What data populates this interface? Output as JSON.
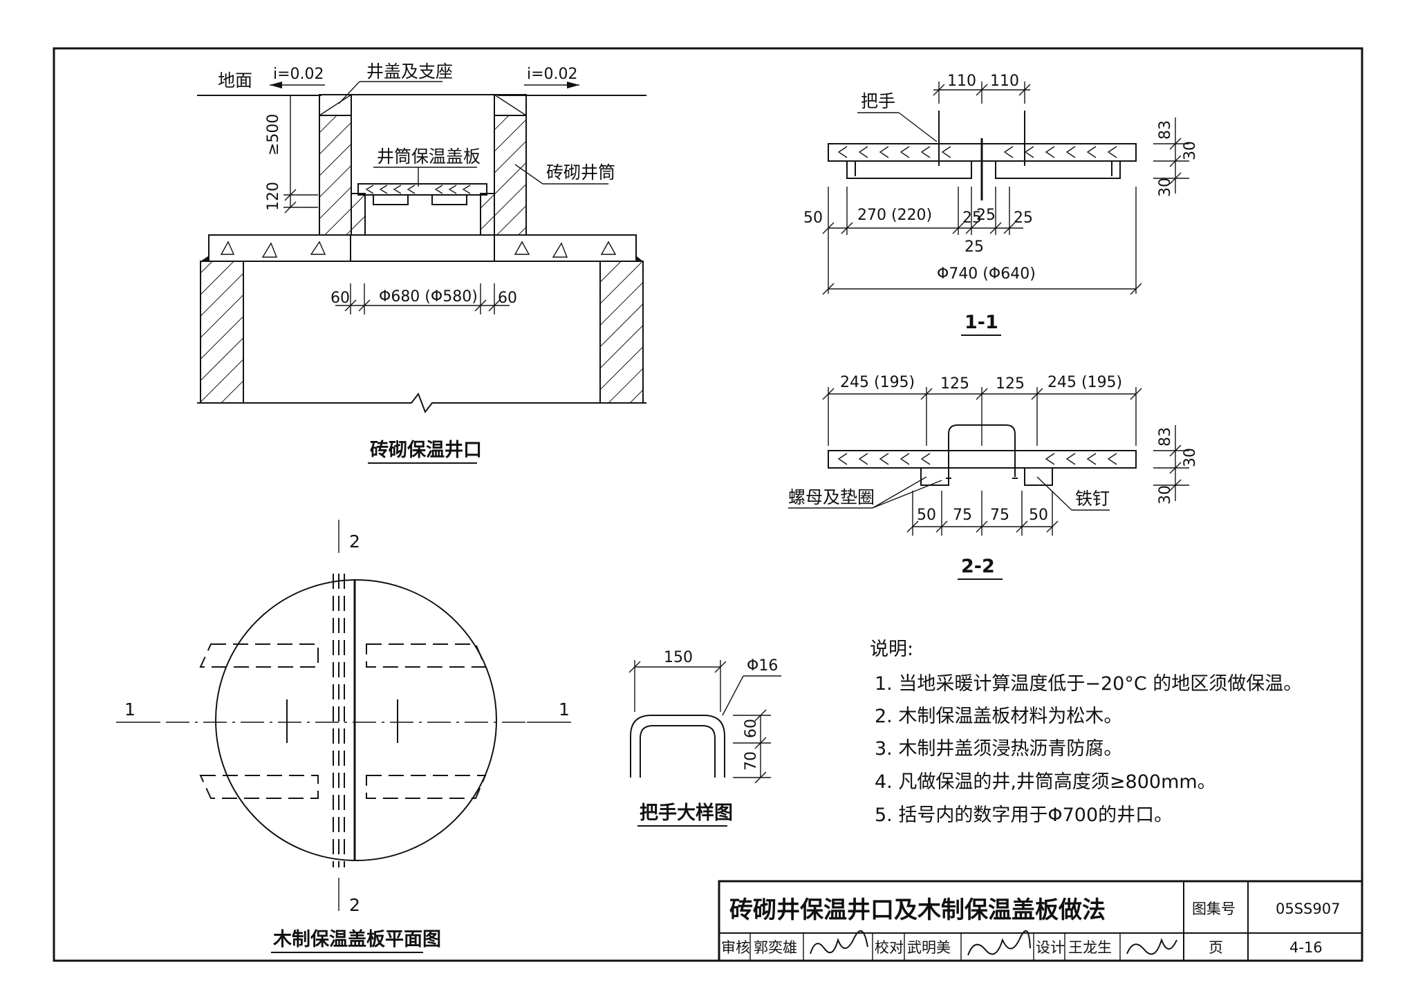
{
  "section_main": {
    "ground": "地面",
    "slope_left": "i=0.02",
    "slope_right": "i=0.02",
    "cover_seat": "井盖及支座",
    "insul_cover": "井筒保温盖板",
    "brick_shaft": "砖砌井筒",
    "dim_500": "≥500",
    "dim_120": "120",
    "dim_60l": "60",
    "dim_phi": "Φ680 (Φ580)",
    "dim_60r": "60",
    "title": "砖砌保温井口"
  },
  "plan": {
    "title": "木制保温盖板平面图",
    "mark_1": "1",
    "mark_2": "2"
  },
  "handle_detail": {
    "title": "把手大样图",
    "dim_150": "150",
    "dim_phi16": "Φ16",
    "dim_60": "60",
    "dim_70": "70"
  },
  "sec11": {
    "title": "1-1",
    "handle": "把手",
    "d110a": "110",
    "d110b": "110",
    "d83": "83",
    "d30a": "30",
    "d30b": "30",
    "d50": "50",
    "d270": "270 (220)",
    "d25a": "25",
    "d25b": "25",
    "d25c": "25",
    "d25d": "25",
    "d740": "Φ740 (Φ640)"
  },
  "sec22": {
    "title": "2-2",
    "d245a": "245 (195)",
    "d125a": "125",
    "d125b": "125",
    "d245b": "245 (195)",
    "d83": "83",
    "d30a": "30",
    "d30b": "30",
    "nut": "螺母及垫圈",
    "nail": "铁钉",
    "d50a": "50",
    "d75a": "75",
    "d75b": "75",
    "d50b": "50"
  },
  "notes": {
    "heading": "说明:",
    "items": [
      "1. 当地采暖计算温度低于−20°C 的地区须做保温。",
      "2. 木制保温盖板材料为松木。",
      "3. 木制井盖须浸热沥青防腐。",
      "4. 凡做保温的井,井筒高度须≥800mm。",
      "5. 括号内的数字用于Φ700的井口。"
    ]
  },
  "title_block": {
    "title": "砖砌井保温井口及木制保温盖板做法",
    "atlas_label": "图集号",
    "atlas_no": "05SS907",
    "review_label": "审核",
    "reviewer": "郭奕雄",
    "check_label": "校对",
    "checker": "武明美",
    "design_label": "设计",
    "designer": "王龙生",
    "page_label": "页",
    "page_no": "4-16"
  }
}
